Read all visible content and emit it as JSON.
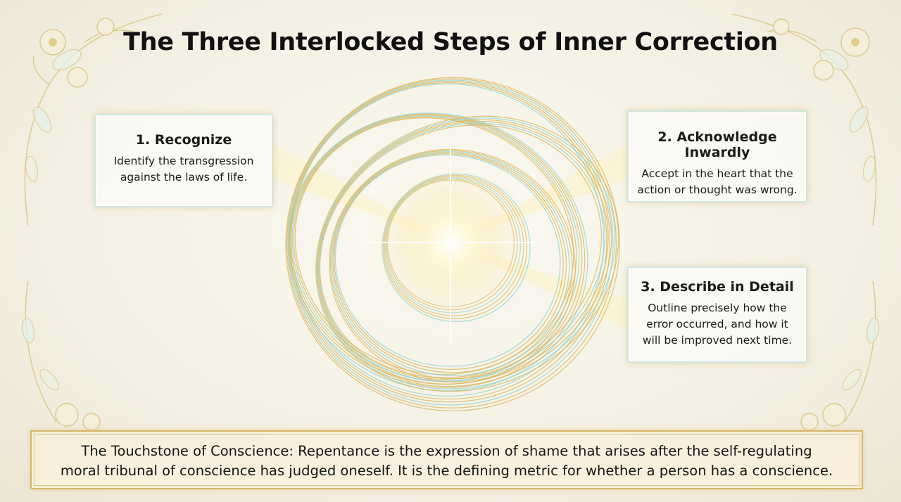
{
  "title": "The Three Interlocked Steps of Inner Correction",
  "steps": [
    {
      "title": "1. Recognize",
      "lines": [
        "Identify the transgression",
        "against the laws of life."
      ]
    },
    {
      "title": "2. Acknowledge Inwardly",
      "lines": [
        "Accept in the heart that the",
        "action or thought was wrong."
      ]
    },
    {
      "title": "3. Describe in Detail",
      "lines": [
        "Outline precisely how the",
        "error occurred, and how it",
        "will be improved next time."
      ]
    }
  ],
  "banner": {
    "lines": [
      "The Touchstone of Conscience: Repentance is the expression of shame that arises after the self-regulating",
      "moral tribunal of conscience has judged oneself. It is the defining metric for whether a person has a conscience."
    ]
  },
  "colors": {
    "gold": "#d9b45a",
    "teal": "#8fd3d0",
    "glow": "#fff8d8"
  }
}
